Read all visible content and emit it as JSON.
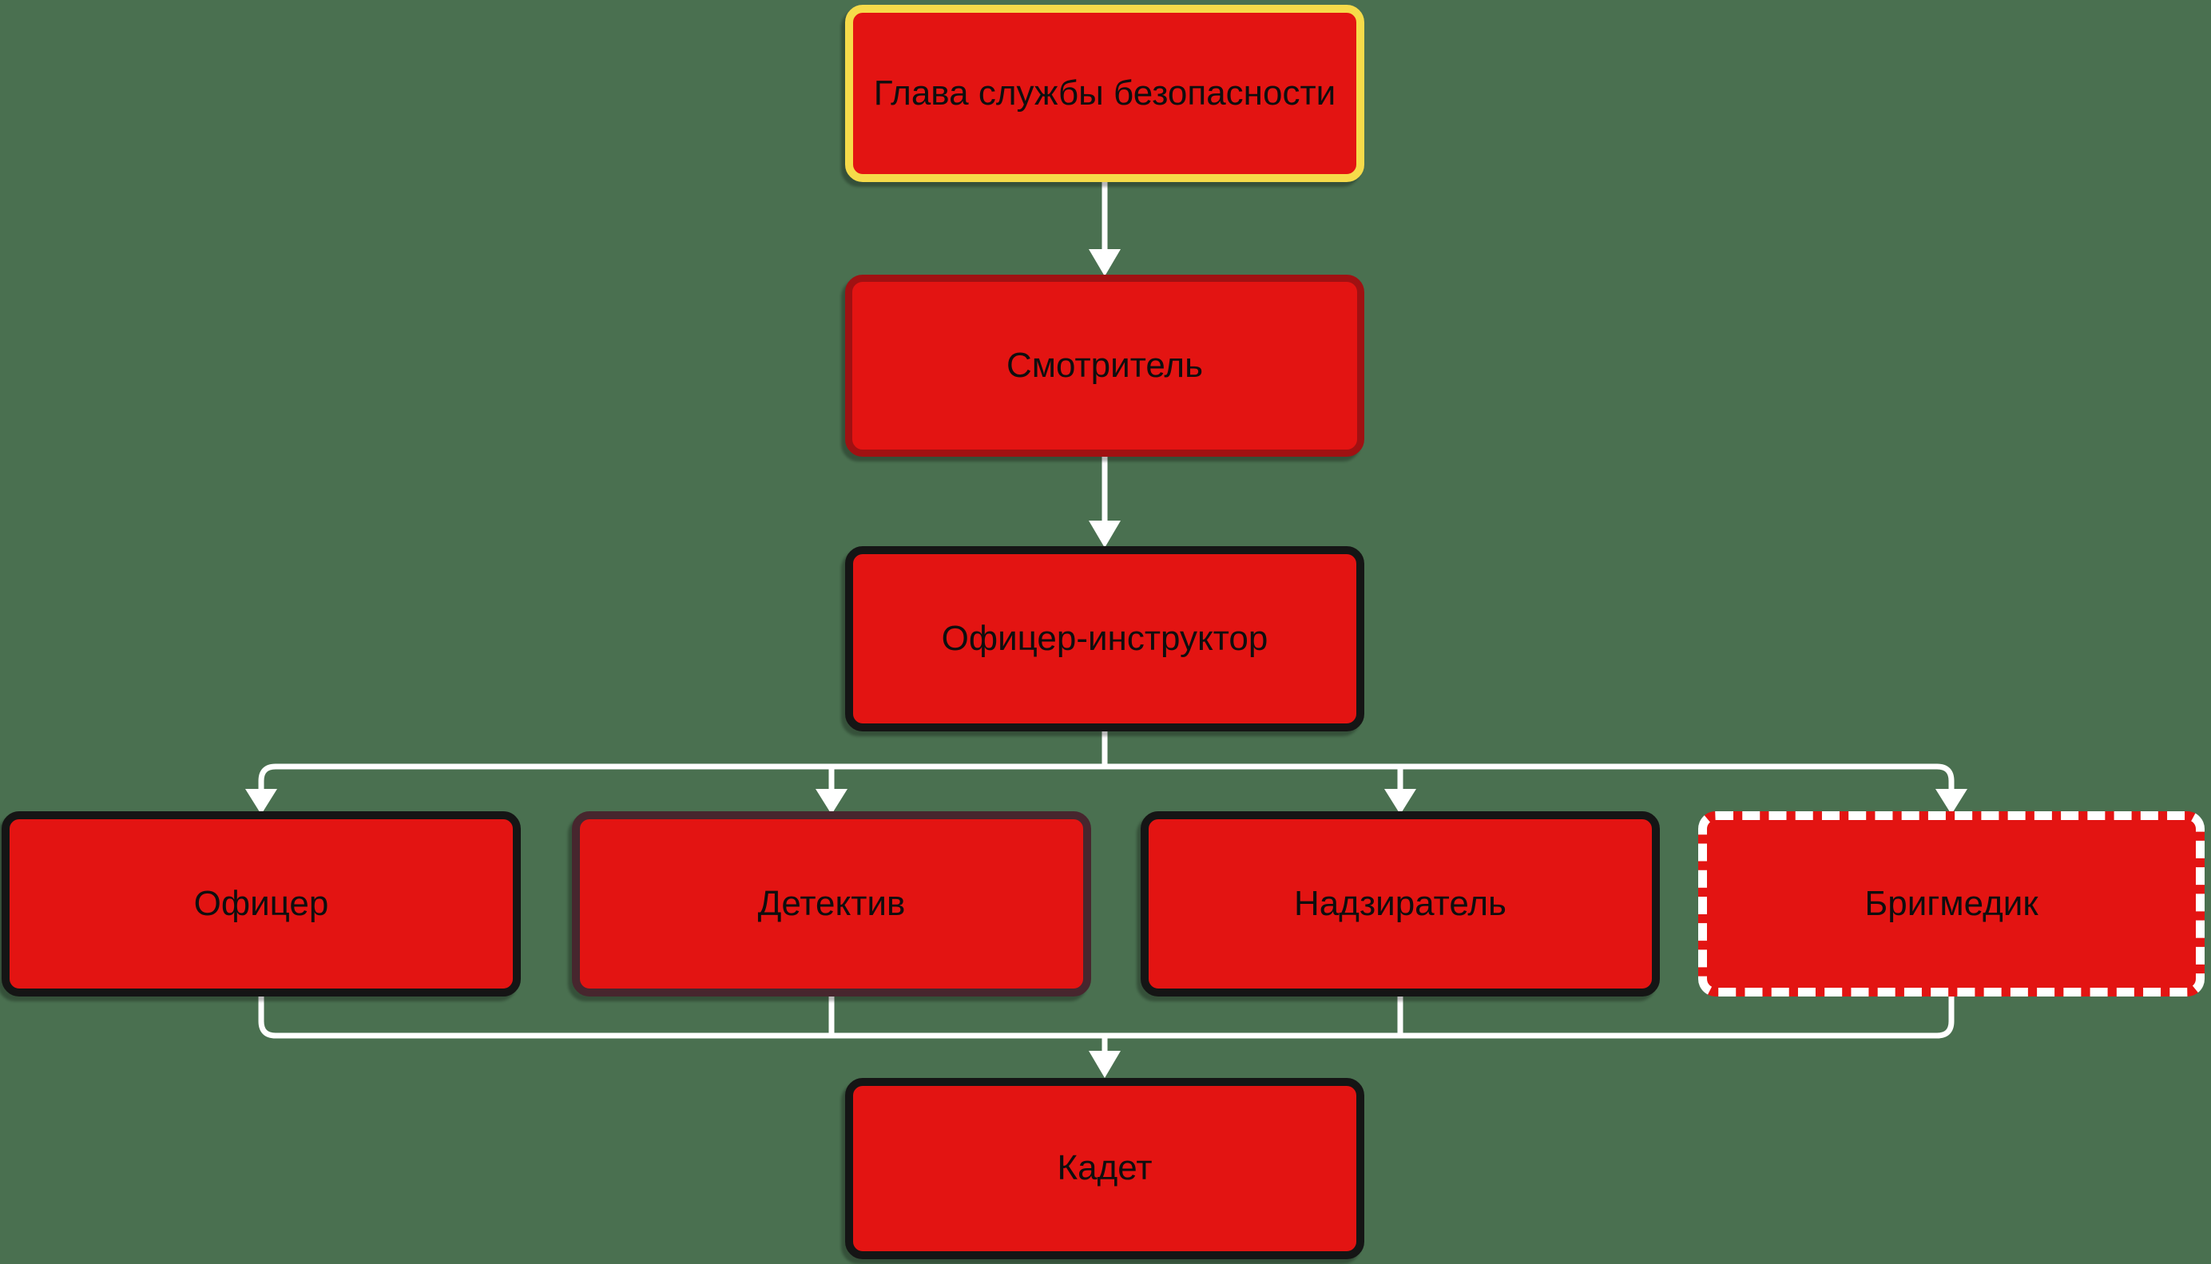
{
  "diagram": {
    "type": "org-chart",
    "background_color": "#4A7050",
    "connector_color": "#FFFFFF",
    "text_color": "#0E0E0E",
    "node_fill_color": "#E31412",
    "nodes": {
      "head_of_security": {
        "label": "Глава службы безопасности",
        "border_color": "#F6DB4A",
        "border_style": "solid"
      },
      "warden": {
        "label": "Смотритель",
        "border_color": "#A01112",
        "border_style": "solid"
      },
      "officer_instructor": {
        "label": "Офицер-инструктор",
        "border_color": "#151515",
        "border_style": "solid"
      },
      "officer": {
        "label": "Офицер",
        "border_color": "#151515",
        "border_style": "solid"
      },
      "detective": {
        "label": "Детектив",
        "border_color": "#47262E",
        "border_style": "solid"
      },
      "overseer": {
        "label": "Надзиратель",
        "border_color": "#151515",
        "border_style": "solid"
      },
      "brigmedic": {
        "label": "Бригмедик",
        "border_color": "#FFFFFF",
        "border_style": "dashed"
      },
      "cadet": {
        "label": "Кадет",
        "border_color": "#151515",
        "border_style": "solid"
      }
    },
    "edges": [
      {
        "from": "head_of_security",
        "to": "warden"
      },
      {
        "from": "warden",
        "to": "officer_instructor"
      },
      {
        "from": "officer_instructor",
        "to": "officer"
      },
      {
        "from": "officer_instructor",
        "to": "detective"
      },
      {
        "from": "officer_instructor",
        "to": "overseer"
      },
      {
        "from": "officer_instructor",
        "to": "brigmedic"
      },
      {
        "from": "officer",
        "to": "cadet"
      },
      {
        "from": "detective",
        "to": "cadet"
      },
      {
        "from": "overseer",
        "to": "cadet"
      },
      {
        "from": "brigmedic",
        "to": "cadet"
      }
    ]
  }
}
